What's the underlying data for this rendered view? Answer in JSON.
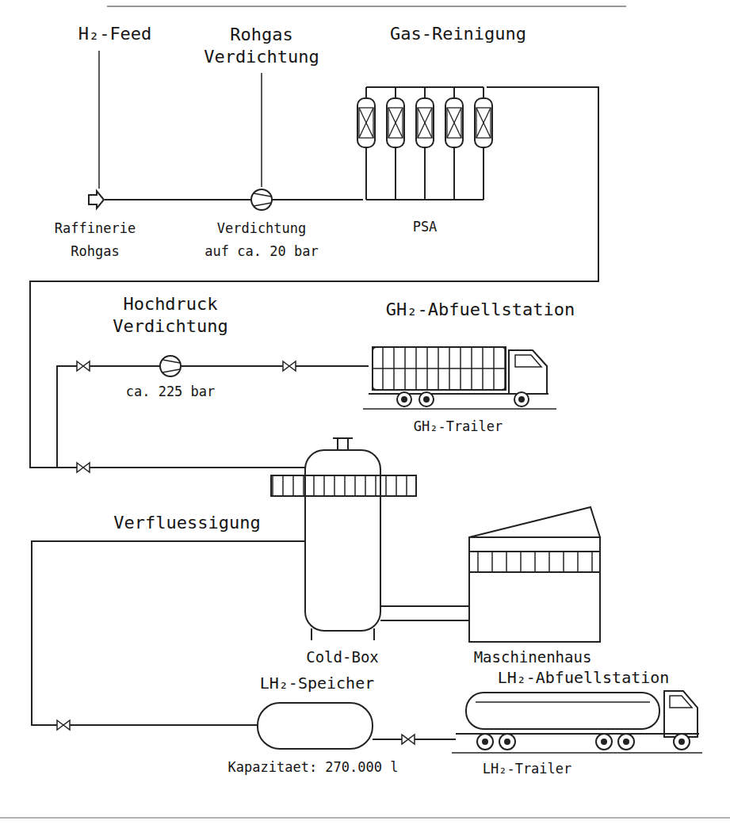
{
  "diagram": {
    "nodes": [
      {
        "text": [
          "H₂-Feed",
          "Raffinerie Rohgas"
        ]
      },
      {
        "text": [
          "Rohgas Verdichtung",
          "Verdichtung auf ca. 20 bar"
        ]
      },
      {
        "text": [
          "Gas-Reinigung",
          "PSA"
        ]
      },
      {
        "text": [
          "Hochdruck Verdichtung",
          "ca. 225 bar"
        ]
      },
      {
        "text": [
          "GH₂-Abfuellstation",
          "GH₂-Trailer"
        ]
      },
      {
        "text": [
          "Verfluessigung",
          "Cold-Box"
        ]
      },
      {
        "text": [
          "Maschinenhaus"
        ]
      },
      {
        "text": [
          "LH₂-Speicher",
          "Kapazitaet: 270.000 l"
        ]
      },
      {
        "text": [
          "LH₂-Abfuellstation",
          "LH₂-Trailer"
        ]
      }
    ],
    "edges": [
      {
        "from": 0,
        "to": 1,
        "arrow": "none"
      },
      {
        "from": 1,
        "to": 2,
        "arrow": "none"
      },
      {
        "from": 2,
        "to": 3,
        "arrow": "none"
      },
      {
        "from": 3,
        "to": 4,
        "arrow": "none"
      },
      {
        "from": 2,
        "to": 5,
        "arrow": "none"
      },
      {
        "from": 5,
        "to": 6,
        "arrow": "none"
      },
      {
        "from": 5,
        "to": 7,
        "arrow": "none"
      },
      {
        "from": 7,
        "to": 8,
        "arrow": "none"
      }
    ]
  }
}
